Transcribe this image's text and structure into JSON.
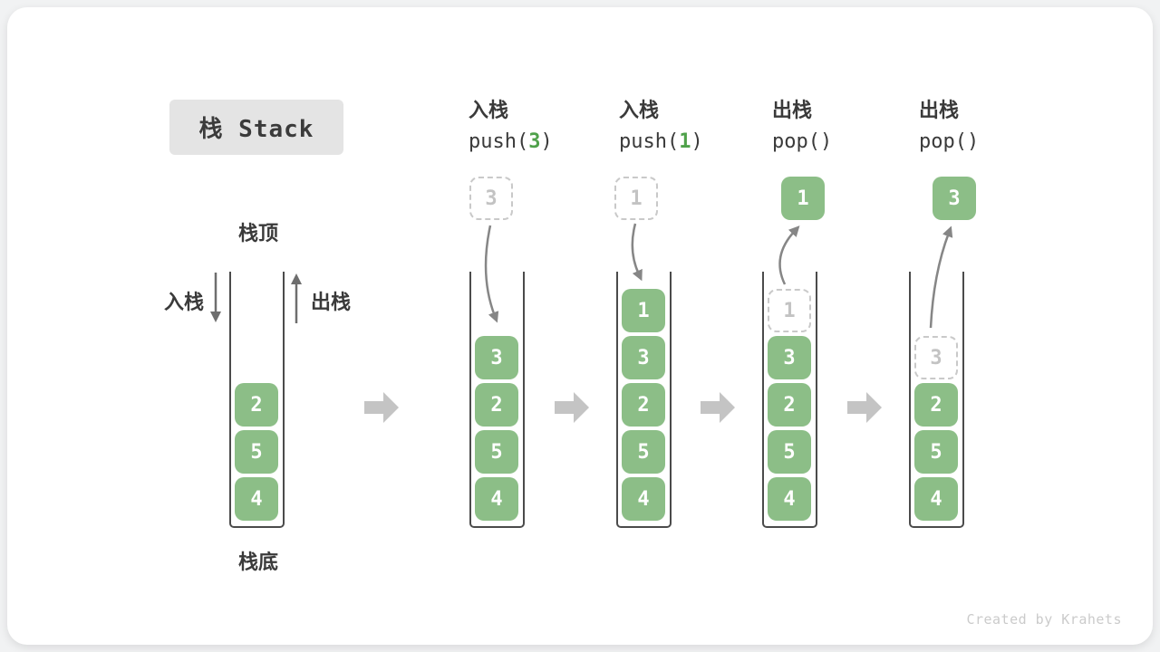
{
  "title": {
    "text": "栈 Stack"
  },
  "labels": {
    "stack_top": "栈顶",
    "stack_bottom": "栈底",
    "push_side": "入栈",
    "pop_side": "出栈"
  },
  "watermark": "Created by Krahets",
  "colors": {
    "card": "#ffffff",
    "page_background": "#f1f2f3",
    "green_box": "#8cbe87",
    "green_accent": "#4fa14a",
    "container_wall": "#4b4b4b",
    "ghost_border": "#c9c9c9",
    "block_arrow": "#c4c4c4",
    "curve_arrow": "#868686",
    "label_arrow": "#6e6e6e",
    "title_box_bg": "#e4e4e4"
  },
  "columns": [
    {
      "name": "initial",
      "stack": [
        {
          "v": "2"
        },
        {
          "v": "5"
        },
        {
          "v": "4"
        }
      ]
    },
    {
      "name": "push-3",
      "op_label": "入栈",
      "code": {
        "pre": "push(",
        "arg": "3",
        "post": ")"
      },
      "floating": {
        "v": "3",
        "ghost": true
      },
      "stack": [
        {
          "v": "3"
        },
        {
          "v": "2"
        },
        {
          "v": "5"
        },
        {
          "v": "4"
        }
      ]
    },
    {
      "name": "push-1",
      "op_label": "入栈",
      "code": {
        "pre": "push(",
        "arg": "1",
        "post": ")"
      },
      "floating": {
        "v": "1",
        "ghost": true
      },
      "stack": [
        {
          "v": "1"
        },
        {
          "v": "3"
        },
        {
          "v": "2"
        },
        {
          "v": "5"
        },
        {
          "v": "4"
        }
      ]
    },
    {
      "name": "pop-1",
      "op_label": "出栈",
      "code": {
        "pre": "pop(",
        "arg": "",
        "post": ")"
      },
      "floating": {
        "v": "1",
        "ghost": false
      },
      "stack": [
        {
          "v": "1",
          "ghost": true
        },
        {
          "v": "3"
        },
        {
          "v": "2"
        },
        {
          "v": "5"
        },
        {
          "v": "4"
        }
      ]
    },
    {
      "name": "pop-3",
      "op_label": "出栈",
      "code": {
        "pre": "pop(",
        "arg": "",
        "post": ")"
      },
      "floating": {
        "v": "3",
        "ghost": false
      },
      "stack": [
        {
          "v": "3",
          "ghost": true
        },
        {
          "v": "2"
        },
        {
          "v": "5"
        },
        {
          "v": "4"
        }
      ]
    }
  ]
}
